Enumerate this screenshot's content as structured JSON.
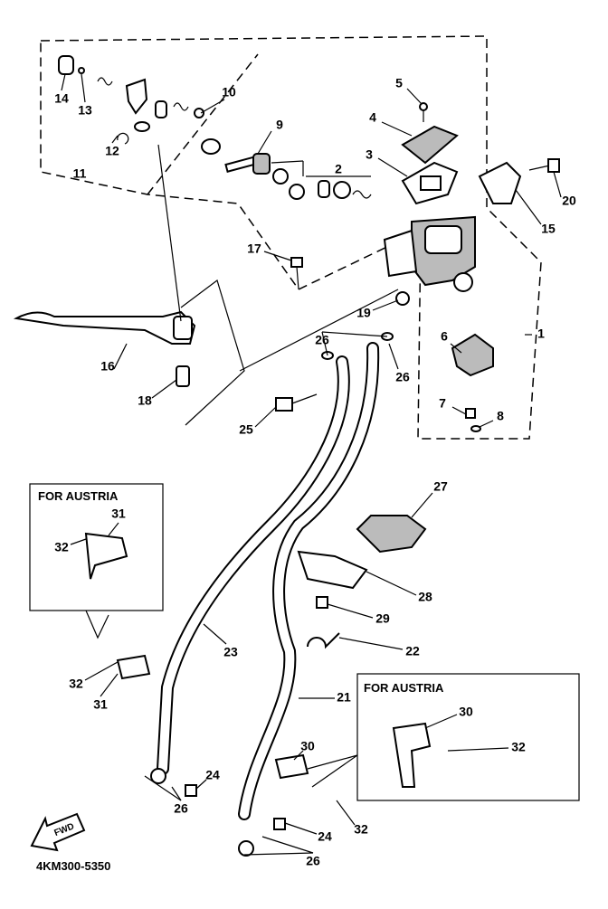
{
  "diagram": {
    "callouts": [
      "14",
      "13",
      "10",
      "9",
      "5",
      "4",
      "3",
      "2",
      "12",
      "11",
      "20",
      "15",
      "17",
      "19",
      "1",
      "6",
      "26",
      "26",
      "16",
      "18",
      "25",
      "7",
      "8",
      "27",
      "28",
      "29",
      "22",
      "23",
      "21",
      "31",
      "32",
      "32",
      "31",
      "30",
      "32",
      "30",
      "24",
      "26",
      "32",
      "24",
      "26"
    ],
    "inset_titles": [
      "FOR AUSTRIA",
      "FOR AUSTRIA"
    ],
    "forward_arrow_text": "FWD",
    "diagram_code": "4KM300-5350"
  }
}
